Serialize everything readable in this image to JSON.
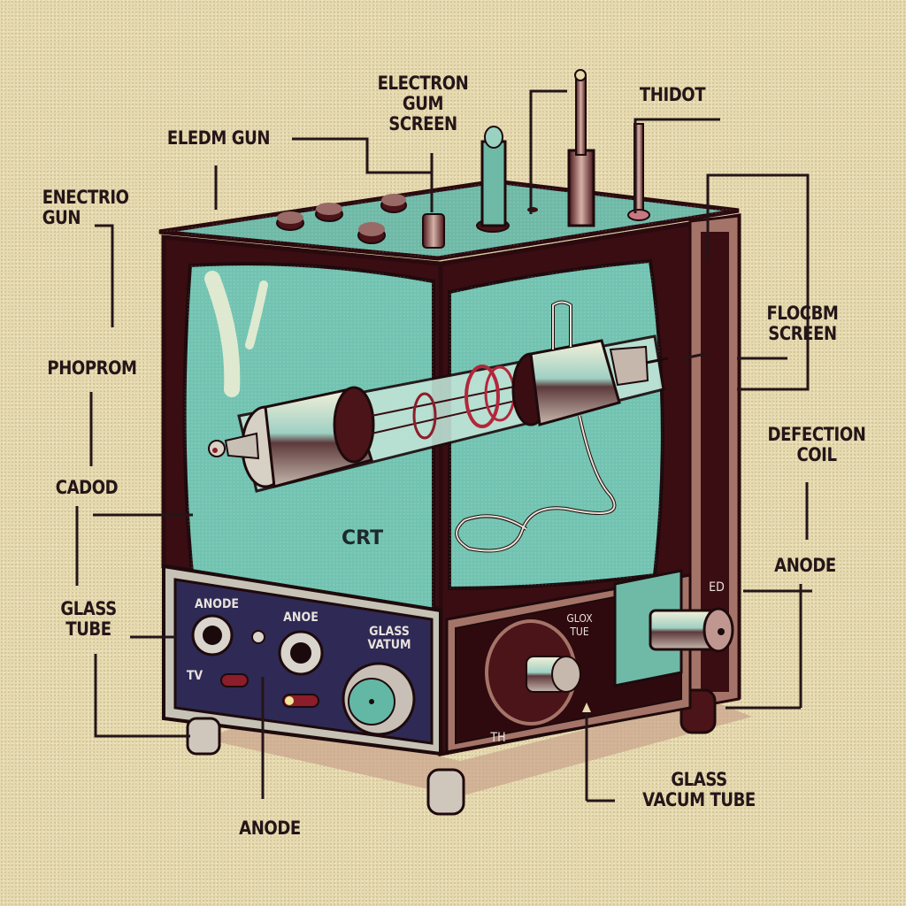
{
  "diagram": {
    "subject": "Retro CRT television cutaway illustration",
    "center_label": "CRT",
    "colors": {
      "background": "#e6d9ae",
      "cabinet": "#3a0d12",
      "cabinet_trim": "#b5857a",
      "screen_teal": "#72c3b1",
      "panel_navy": "#2e2a55",
      "label_text": "#241518"
    },
    "callouts": [
      {
        "id": "electron-gun-screen",
        "text": "ELECTRON\nGUM\nSCREEN"
      },
      {
        "id": "thidot",
        "text": "THIDOT"
      },
      {
        "id": "eledm-gun",
        "text": "ELEDM GUN"
      },
      {
        "id": "enectrio-gun",
        "text": "ENECTRIO\nGUN"
      },
      {
        "id": "phoprom",
        "text": "PHOPROM"
      },
      {
        "id": "cadod",
        "text": "CADOD"
      },
      {
        "id": "glass-tube",
        "text": "GLASS\nTUBE"
      },
      {
        "id": "anode-bottom",
        "text": "ANODE"
      },
      {
        "id": "flocbm-screen",
        "text": "FLOCBM\nSCREEN"
      },
      {
        "id": "defection-coil",
        "text": "DEFECTION\nCOIL"
      },
      {
        "id": "anode-right",
        "text": "ANODE"
      },
      {
        "id": "glass-vacum-tube",
        "text": "GLASS\nVACUM TUBE"
      }
    ],
    "front_panel": {
      "labels": [
        {
          "id": "panel-anode-1",
          "text": "ANODE"
        },
        {
          "id": "panel-anode-2",
          "text": "ANOE"
        },
        {
          "id": "panel-glass-vatum",
          "text": "GLASS\nVATUM"
        },
        {
          "id": "panel-tv",
          "text": "TV"
        }
      ]
    },
    "side_panel": {
      "labels": [
        {
          "id": "side-glox-tue",
          "text": "GLOX\nTUE"
        },
        {
          "id": "side-th",
          "text": "TH"
        },
        {
          "id": "side-ed",
          "text": "ED"
        }
      ]
    }
  }
}
